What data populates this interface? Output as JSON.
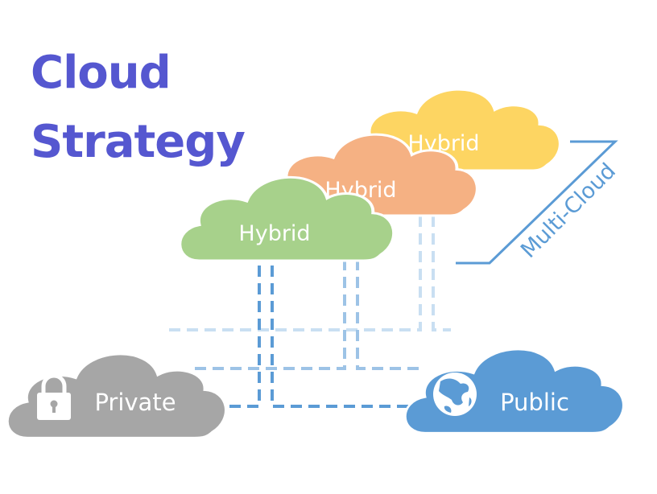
{
  "title": {
    "line1": "Cloud",
    "line2": "Strategy"
  },
  "clouds": {
    "hybrid_back": "Hybrid",
    "hybrid_middle": "Hybrid",
    "hybrid_front": "Hybrid",
    "private": "Private",
    "public": "Public"
  },
  "bracket_label": "Multi-Cloud",
  "icons": {
    "private": "lock-icon",
    "public": "globe-icon"
  },
  "colors": {
    "title": "#5557d0",
    "hybrid_back": "#fdd562",
    "hybrid_middle": "#f5b183",
    "hybrid_front": "#a7d18b",
    "private": "#a6a6a6",
    "public": "#5b9bd5",
    "connector_dark": "#5b9bd5",
    "connector_mid": "#9dc3e6",
    "connector_light": "#c9dff2",
    "bracket": "#5b9bd5"
  }
}
